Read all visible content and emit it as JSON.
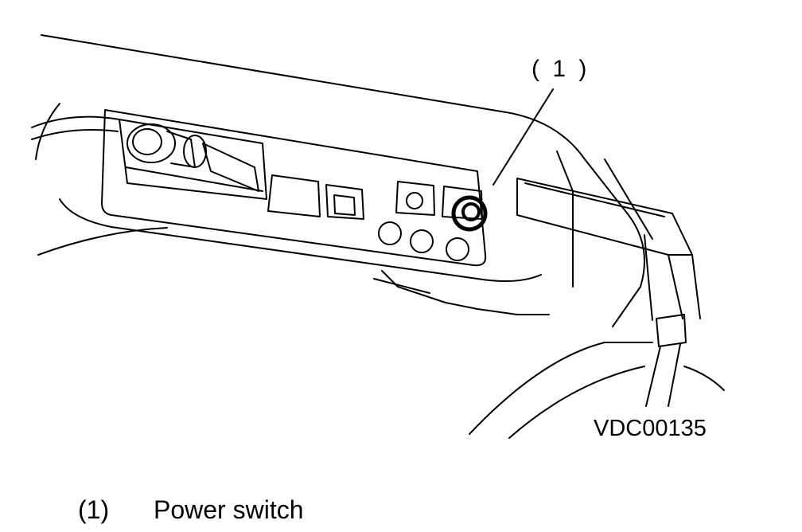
{
  "figure": {
    "callout_label": "( 1 )",
    "figure_code": "VDC00135"
  },
  "legend": {
    "items": [
      {
        "number": "(1)",
        "text": "Power switch"
      }
    ]
  }
}
